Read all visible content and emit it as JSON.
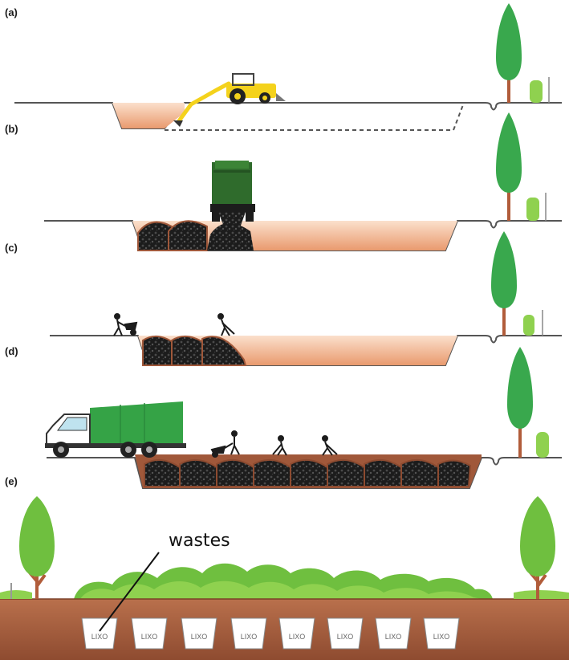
{
  "panels": [
    {
      "label": "(a)"
    },
    {
      "label": "(b)"
    },
    {
      "label": "(c)"
    },
    {
      "label": "(d)"
    },
    {
      "label": "(e)"
    }
  ],
  "callout": {
    "label": "wastes"
  },
  "bins": [
    "LIXO",
    "LIXO",
    "LIXO",
    "LIXO",
    "LIXO",
    "LIXO",
    "LIXO",
    "LIXO"
  ],
  "colors": {
    "ground_line": "#555555",
    "pit_fill": "#f1b189",
    "pit_dark": "#e4946a",
    "soil": "#a0583a",
    "waste": "#1f1f1f",
    "tree": "#39a84d",
    "tree_dark": "#2b8a3c",
    "trunk": "#b15c3a",
    "bush": "#8fd14f",
    "truck_green": "#35a346",
    "dumper_green": "#2f6b2c",
    "excavator_yellow": "#f4d21c"
  }
}
